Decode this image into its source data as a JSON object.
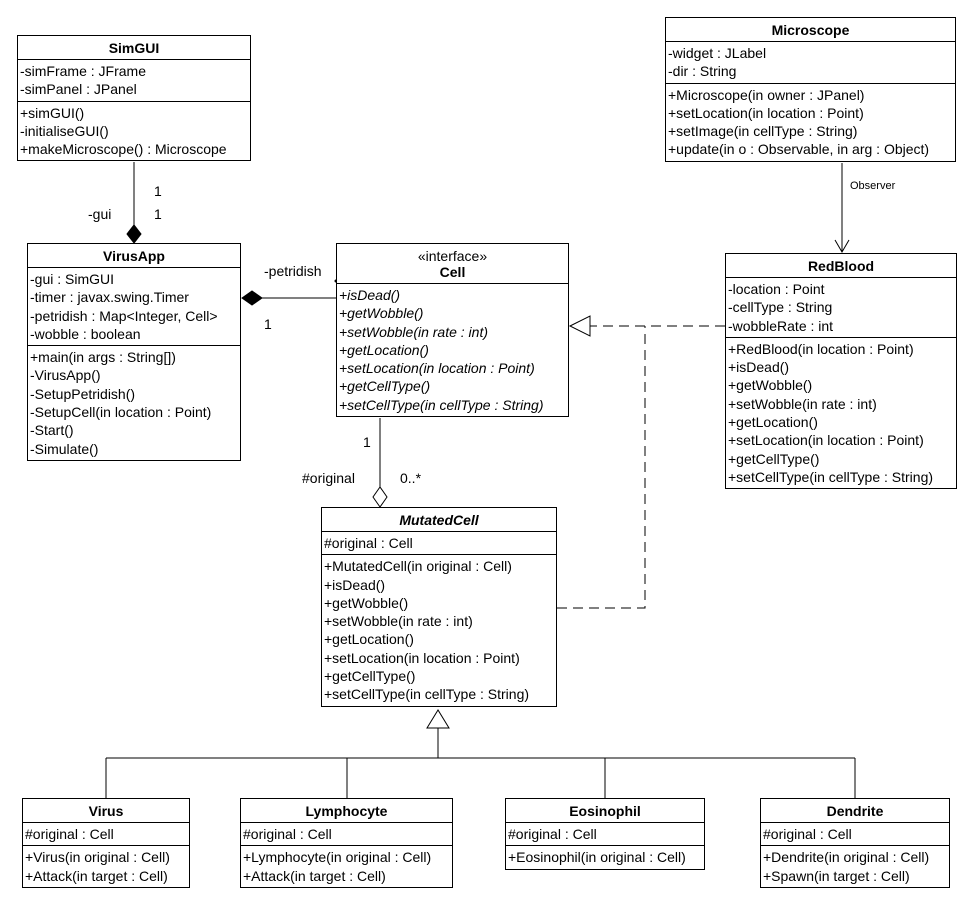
{
  "classes": {
    "simgui": {
      "name": "SimGUI",
      "attributes": [
        "-simFrame : JFrame",
        "-simPanel : JPanel"
      ],
      "operations": [
        "+simGUI()",
        "-initialiseGUI()",
        "+makeMicroscope() : Microscope"
      ]
    },
    "microscope": {
      "name": "Microscope",
      "attributes": [
        "-widget : JLabel",
        "-dir : String"
      ],
      "operations": [
        "+Microscope(in owner : JPanel)",
        "+setLocation(in location : Point)",
        "+setImage(in cellType : String)",
        "+update(in o : Observable, in arg : Object)"
      ]
    },
    "virusapp": {
      "name": "VirusApp",
      "attributes": [
        "-gui : SimGUI",
        "-timer : javax.swing.Timer",
        "-petridish : Map<Integer, Cell>",
        "-wobble : boolean"
      ],
      "operations": [
        "+main(in args : String[])",
        "-VirusApp()",
        "-SetupPetridish()",
        "-SetupCell(in location : Point)",
        "-Start()",
        "-Simulate()"
      ]
    },
    "cell": {
      "stereotype": "«interface»",
      "name": "Cell",
      "attributes": [],
      "operations": [
        "+isDead()",
        "+getWobble()",
        "+setWobble(in rate : int)",
        "+getLocation()",
        "+setLocation(in location : Point)",
        "+getCellType()",
        "+setCellType(in cellType : String)"
      ]
    },
    "redblood": {
      "name": "RedBlood",
      "attributes": [
        "-location : Point",
        "-cellType : String",
        "-wobbleRate : int"
      ],
      "operations": [
        "+RedBlood(in location : Point)",
        "+isDead()",
        "+getWobble()",
        "+setWobble(in rate : int)",
        "+getLocation()",
        "+setLocation(in location : Point)",
        "+getCellType()",
        "+setCellType(in cellType : String)"
      ]
    },
    "mutatedcell": {
      "name": "MutatedCell",
      "attributes": [
        "#original : Cell"
      ],
      "operations": [
        "+MutatedCell(in original : Cell)",
        "+isDead()",
        "+getWobble()",
        "+setWobble(in rate : int)",
        "+getLocation()",
        "+setLocation(in location : Point)",
        "+getCellType()",
        "+setCellType(in cellType : String)"
      ]
    },
    "virus": {
      "name": "Virus",
      "attributes": [
        "#original : Cell"
      ],
      "operations": [
        "+Virus(in original : Cell)",
        "+Attack(in target : Cell)"
      ]
    },
    "lymphocyte": {
      "name": "Lymphocyte",
      "attributes": [
        "#original : Cell"
      ],
      "operations": [
        "+Lymphocyte(in original : Cell)",
        "+Attack(in target : Cell)"
      ]
    },
    "eosinophil": {
      "name": "Eosinophil",
      "attributes": [
        "#original : Cell"
      ],
      "operations": [
        "+Eosinophil(in original : Cell)"
      ]
    },
    "dendrite": {
      "name": "Dendrite",
      "attributes": [
        "#original : Cell"
      ],
      "operations": [
        "+Dendrite(in original : Cell)",
        "+Spawn(in target : Cell)"
      ]
    }
  },
  "labels": {
    "gui_mult_top": "1",
    "gui_mult_bottom": "1",
    "gui_role": "-gui",
    "petridish_role": "-petridish",
    "petridish_mult": "1",
    "observer": "Observer",
    "original_mult_cell": "1",
    "original_role": "#original",
    "original_mult_mutated": "0..*"
  }
}
